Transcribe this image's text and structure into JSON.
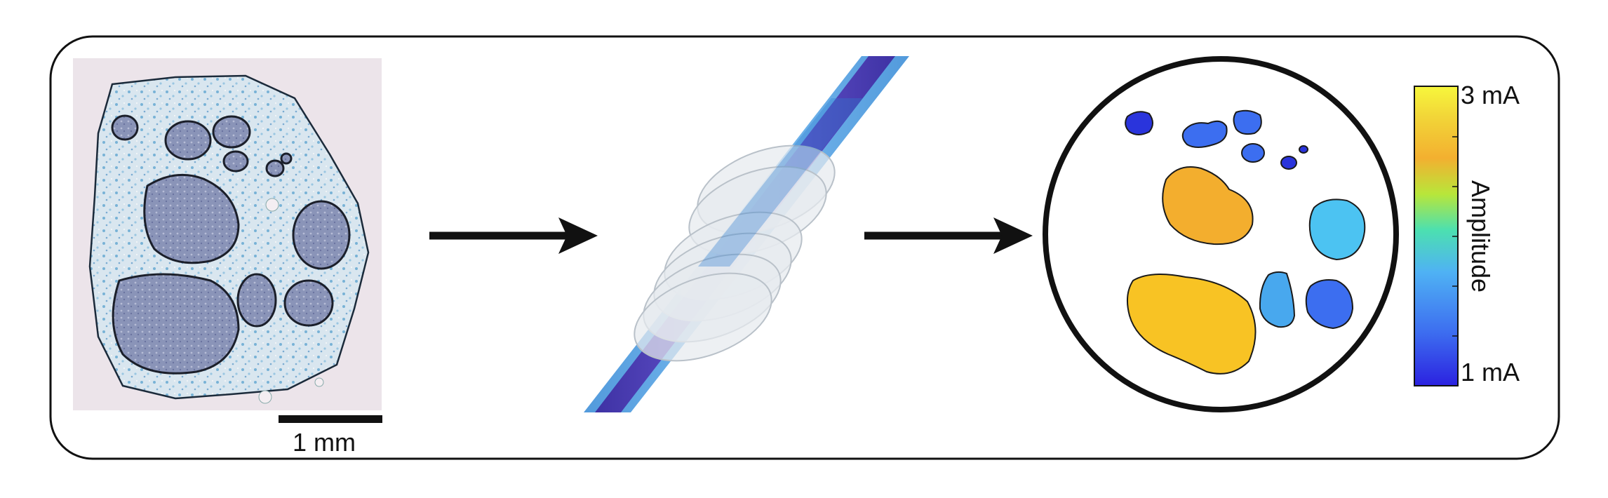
{
  "panels": {
    "histology": {
      "scale_bar_label": "1 mm"
    },
    "model": {},
    "activation_map": {
      "colorbar": {
        "max_label": "3 mA",
        "min_label": "1 mA",
        "title": "Amplitude",
        "colors": [
          "#2b22e0",
          "#3d6ef0",
          "#4fb2f4",
          "#4ce0b0",
          "#b8e63a",
          "#f3b030",
          "#f2d638",
          "#f7f73c"
        ]
      },
      "fascicle_colors": {
        "high": "#f8c324",
        "mid_high": "#f3ae2e",
        "mid": "#4cc3f2",
        "mid_low": "#48a8ee",
        "low": "#3c6ef0",
        "lowest": "#2a34dc"
      }
    }
  },
  "colors": {
    "frame": "#111111",
    "nerve_outer": "#5fa8e6",
    "nerve_inner": "#4a2fb8",
    "cuff": "#e9ecef"
  }
}
